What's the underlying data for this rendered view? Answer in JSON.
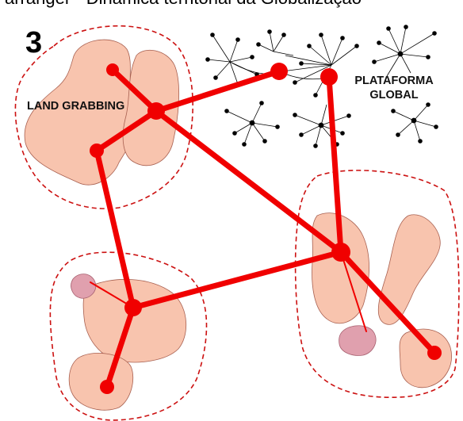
{
  "figure": {
    "number": "3",
    "top_caption_fragment": "arranger - Dinâmica territorial da Globalização"
  },
  "labels": {
    "land_grabbing": "LAND GRABBING",
    "plataforma_line1": "PLATAFORMA",
    "plataforma_line2": "GLOBAL"
  },
  "colors": {
    "network_red": "#f00000",
    "territory_fill": "#f8c4ae",
    "territory_stroke": "#a86050",
    "grabbed_fill": "#e0a0ae",
    "boundary_dash": "#cc1111",
    "global_network": "#000000"
  }
}
